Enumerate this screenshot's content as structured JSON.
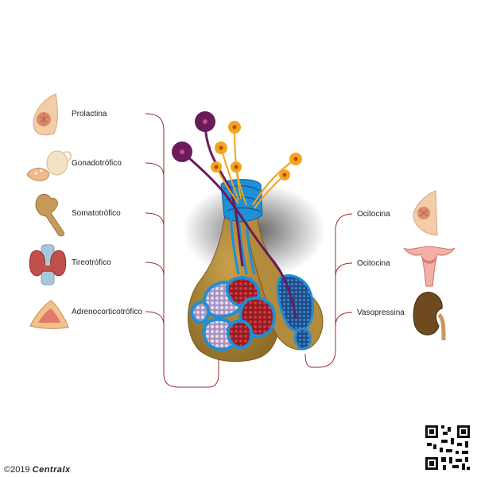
{
  "left_labels": [
    {
      "id": "prolactina",
      "text": "Prolactina",
      "icon": "breast-icon"
    },
    {
      "id": "gonadotrofico",
      "text": "Gonadotrófico",
      "icon": "gonads-icon"
    },
    {
      "id": "somatotrofico",
      "text": "Somatotrófico",
      "icon": "bone-icon"
    },
    {
      "id": "tireotrofico",
      "text": "Tireotrófico",
      "icon": "thyroid-icon"
    },
    {
      "id": "adrenocorticotrofico",
      "text": "Adrenocorticotrófico",
      "icon": "adrenal-icon"
    }
  ],
  "right_labels": [
    {
      "id": "ocitocina-1",
      "text": "Ocitocina",
      "icon": "breast-icon"
    },
    {
      "id": "ocitocina-2",
      "text": "Ocitocina",
      "icon": "uterus-icon"
    },
    {
      "id": "vasopressina",
      "text": "Vasopressina",
      "icon": "kidney-icon"
    }
  ],
  "footer": {
    "copyright": "©2019",
    "brand": "Centralx"
  },
  "colors": {
    "leader_line": "#9a2a2a",
    "gland_body": "#b08a3a",
    "vessel_blue": "#1f8fd6",
    "neuron_purple": "#6a1b5a",
    "neuron_orange": "#f2a51a",
    "cell_red": "#b5222c",
    "cell_lilac": "#c9b3d9"
  }
}
